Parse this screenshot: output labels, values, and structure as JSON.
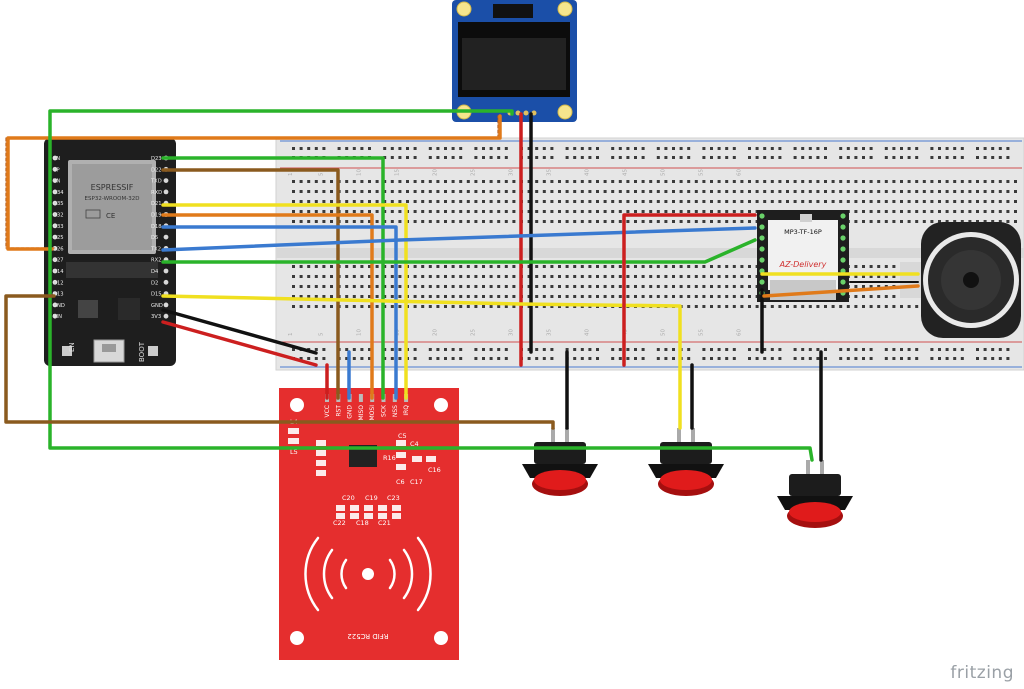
{
  "esp32": {
    "brand": "ESPRESSIF",
    "model": "ESP32-WROOM-32D",
    "btn_en": "EN",
    "btn_boot": "BOOT",
    "left_pins": [
      "EN",
      "VP",
      "VN",
      "D34",
      "D35",
      "D32",
      "D33",
      "D25",
      "D26",
      "D27",
      "D14",
      "D12",
      "D13",
      "GND",
      "VIN"
    ],
    "right_pins": [
      "D23",
      "D22",
      "TXD",
      "RXD",
      "D21",
      "D19",
      "D18",
      "D5",
      "TX2",
      "RX2",
      "D4",
      "D2",
      "D15",
      "GND",
      "3V3"
    ]
  },
  "rfid": {
    "label": "RFID RC522",
    "pins": [
      "VCC",
      "RST",
      "GND",
      "MISO",
      "MOSI",
      "SCK",
      "NSS",
      "IRQ"
    ],
    "components": [
      "L4",
      "L5",
      "C5",
      "C4",
      "R16",
      "C6",
      "C17",
      "C16",
      "C20",
      "C19",
      "C23",
      "C22",
      "C18",
      "C21"
    ]
  },
  "mp3": {
    "label": "MP3-TF-16P",
    "brand": "AZ-Delivery"
  },
  "breadboard": {
    "column_numbers": [
      "1",
      "5",
      "10",
      "15",
      "20",
      "25",
      "30",
      "35",
      "40",
      "45",
      "50",
      "55",
      "60"
    ]
  },
  "watermark": "fritzing"
}
